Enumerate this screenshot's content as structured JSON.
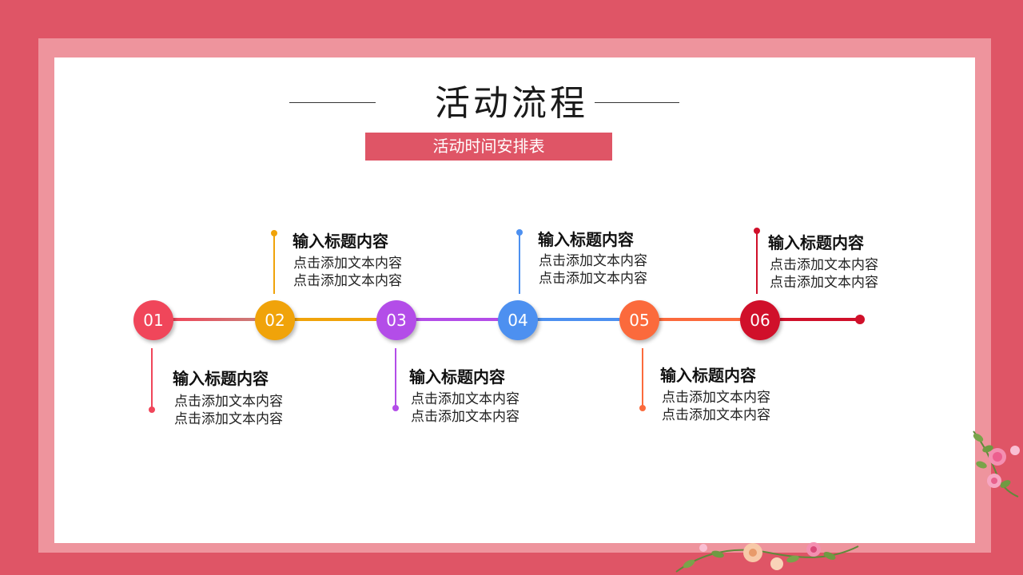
{
  "slide": {
    "title": "活动流程",
    "subtitle": "活动时间安排表"
  },
  "colors": {
    "background": "#df5566",
    "frame": "#ee949d",
    "accent": "#df5566"
  },
  "steps": [
    {
      "number": "01",
      "title": "输入标题内容",
      "line1": "点击添加文本内容",
      "line2": "点击添加文本内容",
      "color": "#f0465a",
      "position": "below"
    },
    {
      "number": "02",
      "title": "输入标题内容",
      "line1": "点击添加文本内容",
      "line2": "点击添加文本内容",
      "color": "#f0a30a",
      "position": "above"
    },
    {
      "number": "03",
      "title": "输入标题内容",
      "line1": "点击添加文本内容",
      "line2": "点击添加文本内容",
      "color": "#b34de8",
      "position": "below"
    },
    {
      "number": "04",
      "title": "输入标题内容",
      "line1": "点击添加文本内容",
      "line2": "点击添加文本内容",
      "color": "#4d90f0",
      "position": "above"
    },
    {
      "number": "05",
      "title": "输入标题内容",
      "line1": "点击添加文本内容",
      "line2": "点击添加文本内容",
      "color": "#fb6a3c",
      "position": "below"
    },
    {
      "number": "06",
      "title": "输入标题内容",
      "line1": "点击添加文本内容",
      "line2": "点击添加文本内容",
      "color": "#d0102a",
      "position": "above"
    }
  ]
}
